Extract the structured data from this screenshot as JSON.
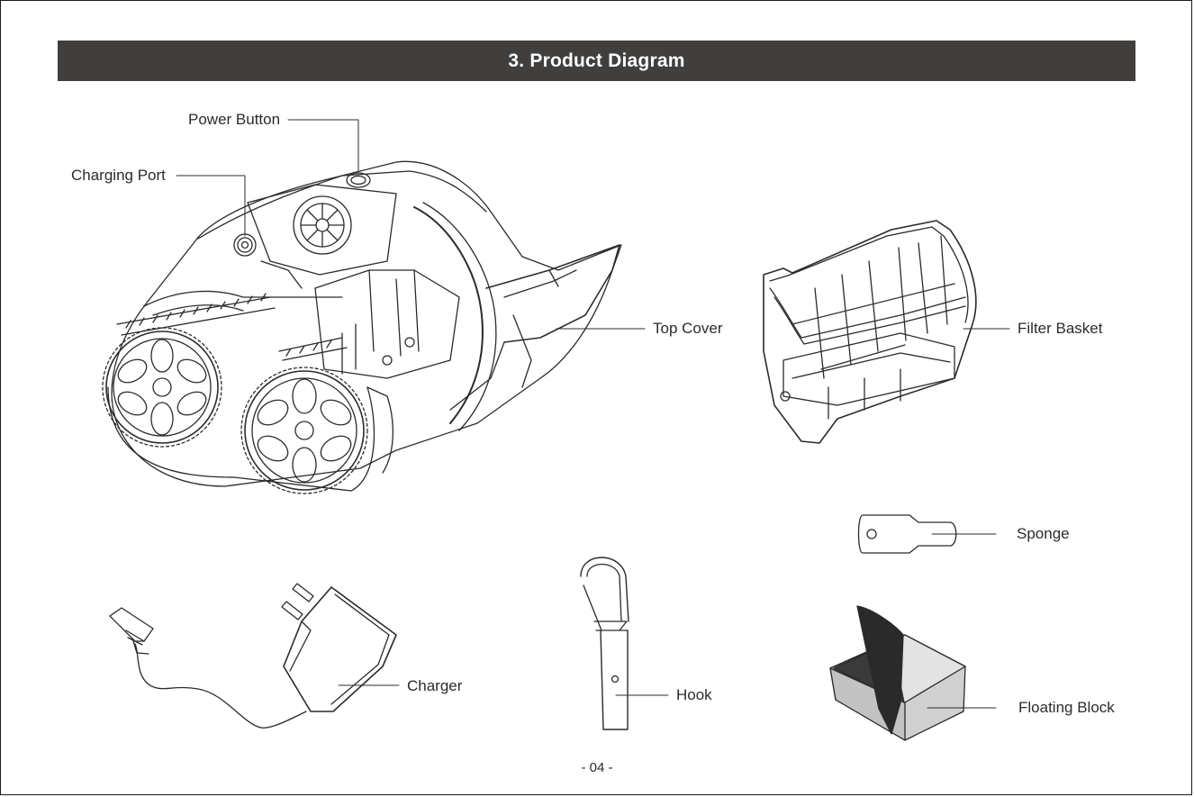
{
  "header": {
    "title": "3. Product Diagram"
  },
  "labels": {
    "power_button": "Power Button",
    "charging_port": "Charging Port",
    "top_cover": "Top Cover",
    "filter_basket": "Filter Basket",
    "sponge": "Sponge",
    "charger": "Charger",
    "hook": "Hook",
    "floating_block": "Floating Block"
  },
  "footer": {
    "page_number": "- 04 -"
  },
  "colors": {
    "header_bg": "#413f3e",
    "line": "#2b2b2b",
    "dark_fill": "#2a2a2a",
    "light_fill": "#d0d0d0"
  }
}
